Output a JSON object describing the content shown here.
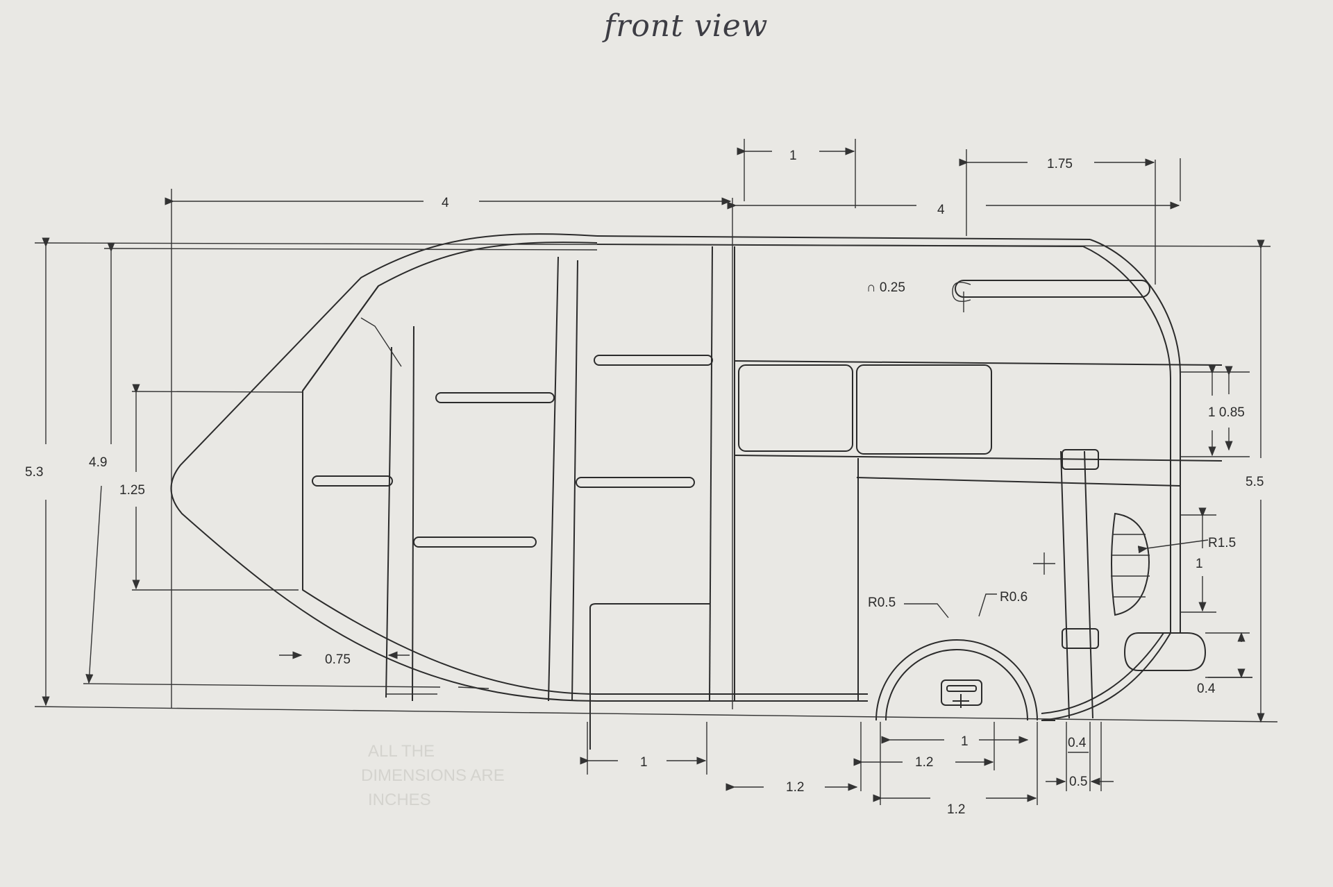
{
  "title": "front view",
  "dimensions": {
    "top_left_4": "4",
    "top_right_4": "4",
    "top_1": "1",
    "top_1_75": "1.75",
    "radius_0_25": "∩ 0.25",
    "h_5_3": "5.3",
    "h_4_9": "4.9",
    "h_1_25": "1.25",
    "h_1_0_85": "1 0.85",
    "h_5_5": "5.5",
    "r_1_5": "R1.5",
    "r_1": "1",
    "r_0_5": "R0.5",
    "r_0_6": "R0.6",
    "w_0_75": "0.75",
    "w_0_4_right": "0.4",
    "b_1_left": "1",
    "b_1_2_a": "1.2",
    "b_1_mid": "1",
    "b_1_2_b": "1.2",
    "b_1_2_c": "1.2",
    "b_0_4": "0.4",
    "b_0_5": "0.5"
  },
  "faint_text": {
    "line1": "ALL THE",
    "line2": "DIMENSIONS ARE",
    "line3": "INCHES"
  }
}
